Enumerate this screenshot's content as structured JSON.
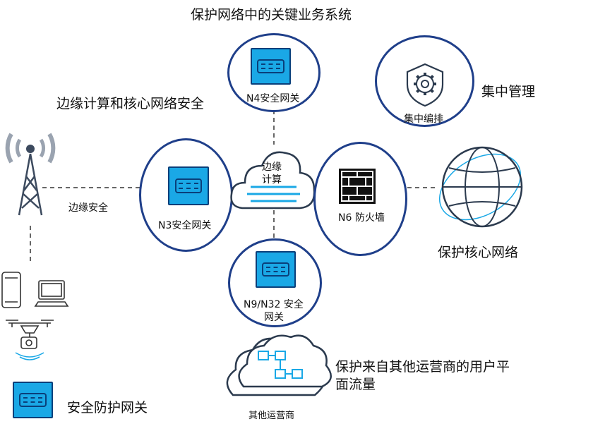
{
  "title": "保护网络中的关键业务系统",
  "labels": {
    "edge_security_heading": "边缘计算和核心网络安全",
    "centralized_mgmt": "集中管理",
    "protect_core": "保护核心网络",
    "edge_security": "边缘安全",
    "protect_other_operators_line1": "保护来自其他运营商的用户平",
    "protect_other_operators_line2": "面流量",
    "other_operators": "其他运营商",
    "legend": "安全防护网关"
  },
  "nodes": {
    "n4": "N4安全网关",
    "orchestration": "集中编排",
    "n3": "N3安全网关",
    "edge_compute_line1": "边缘",
    "edge_compute_line2": "计算",
    "n6": "N6 防火墙",
    "n9_line1": "N9/N32 安全",
    "n9_line2": "网关"
  },
  "colors": {
    "circle_border": "#1f3f8a",
    "gateway_fill": "#1aa8e6",
    "gateway_border": "#0a3f7a",
    "cloud_lines": "#1aa8e6"
  }
}
